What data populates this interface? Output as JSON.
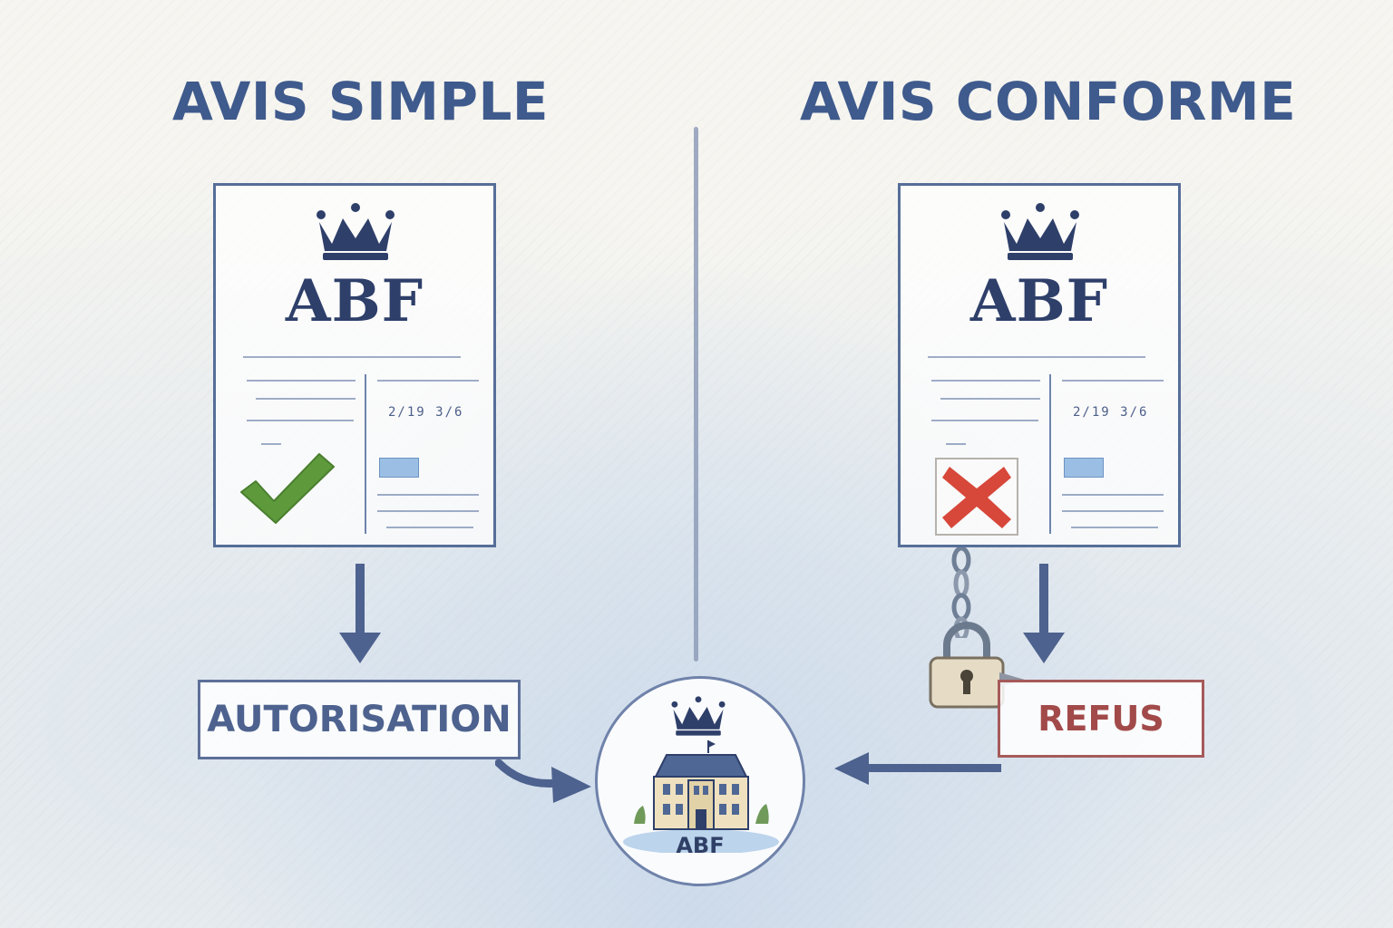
{
  "titles": {
    "left": "AVIS SIMPLE",
    "right": "AVIS CONFORME"
  },
  "documents": {
    "left": {
      "header": "ABF",
      "date": "2/19  3/6",
      "verdict_icon": "check-icon"
    },
    "right": {
      "header": "ABF",
      "date": "2/19  3/6",
      "verdict_icon": "cross-icon",
      "lock_icon": "padlock-icon"
    }
  },
  "outcomes": {
    "left": "AUTORISATION",
    "right": "REFUS"
  },
  "badge": {
    "label": "ABF",
    "icons": [
      "crown-icon",
      "building-icon"
    ]
  },
  "colors": {
    "title_blue": "#3f5a8c",
    "frame_blue": "#566e98",
    "approve_green": "#5e9a3c",
    "refuse_red": "#d7473a",
    "refus_text": "#a24a4a"
  }
}
